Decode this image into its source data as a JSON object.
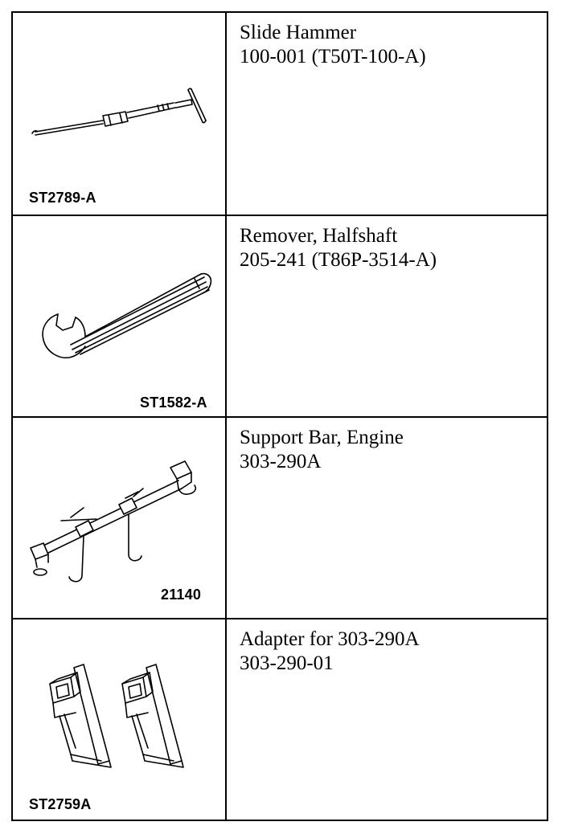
{
  "tools": [
    {
      "figure_code": "ST2789-A",
      "name": "Slide Hammer",
      "part_number": "100-001 (T50T-100-A)",
      "illustration": "slide-hammer-illustration"
    },
    {
      "figure_code": "ST1582-A",
      "name": "Remover, Halfshaft",
      "part_number": "205-241 (T86P-3514-A)",
      "illustration": "halfshaft-remover-illustration"
    },
    {
      "figure_code": "21140",
      "name": "Support Bar, Engine",
      "part_number": "303-290A",
      "illustration": "engine-support-bar-illustration"
    },
    {
      "figure_code": "ST2759A",
      "name": "Adapter for 303-290A",
      "part_number": "303-290-01",
      "illustration": "support-bar-adapter-illustration"
    }
  ]
}
